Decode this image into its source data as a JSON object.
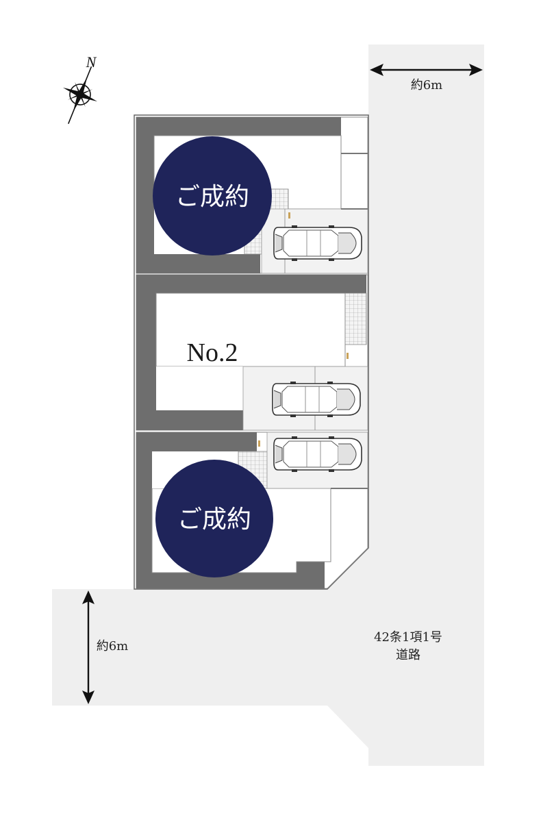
{
  "compass": {
    "north_label": "N"
  },
  "road_top": {
    "width_label": "約6m"
  },
  "road_left": {
    "width_label": "約6m"
  },
  "road_info": {
    "line1": "42条1項1号",
    "line2": "道路"
  },
  "lots": [
    {
      "id": "lot-1",
      "status": "ご成約",
      "name": ""
    },
    {
      "id": "lot-2",
      "status": "",
      "name": "No.2"
    },
    {
      "id": "lot-3",
      "status": "ご成約",
      "name": ""
    }
  ],
  "colors": {
    "road": "#efefef",
    "wall": "#6e6e6e",
    "sold_badge": "#1f245a",
    "badge_text": "#ffffff",
    "outline": "#555555"
  }
}
